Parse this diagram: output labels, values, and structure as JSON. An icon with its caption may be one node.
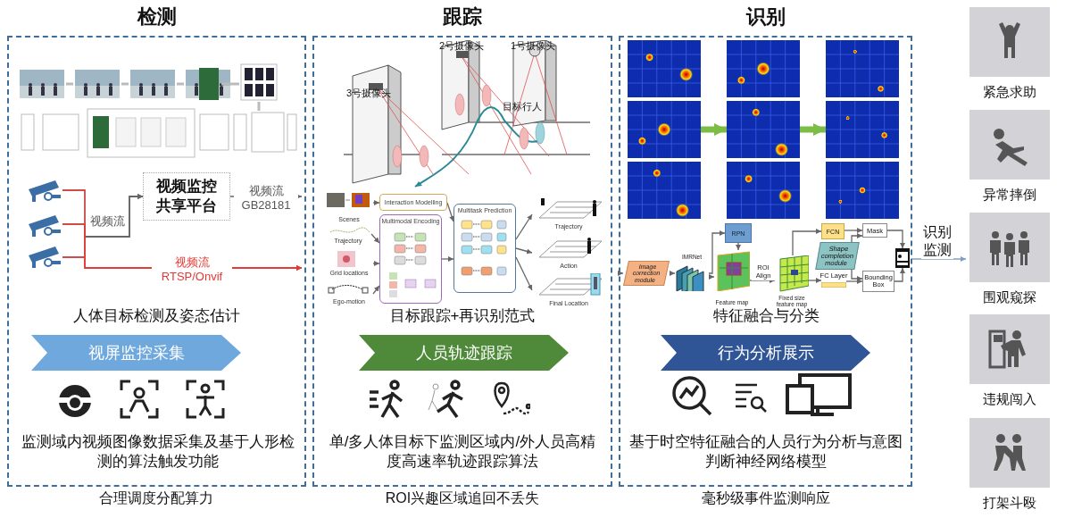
{
  "diagram": {
    "nodes": [
      {
        "text": [
          "检测"
        ]
      },
      {
        "text": [],
        "shape": "picture",
        "in": 0
      },
      {
        "text": [],
        "shape": "picture",
        "in": 0
      },
      {
        "text": [],
        "shape": "picture",
        "in": 0
      },
      {
        "text": [],
        "shape": "picture",
        "in": 0
      },
      {
        "text": [
          "视频监控共享平台"
        ],
        "in": 0
      },
      {
        "text": [
          "视屏监控采集"
        ],
        "in": 0
      },
      {
        "text": [
          "跟踪"
        ]
      },
      {
        "text": [
          "Scenes"
        ],
        "in": 7
      },
      {
        "text": [
          "Trajectory"
        ],
        "in": 7
      },
      {
        "text": [
          "Grid locations"
        ],
        "in": 7
      },
      {
        "text": [
          "Ego-motion"
        ],
        "in": 7
      },
      {
        "text": [
          "Interaction Modelling"
        ],
        "in": 7
      },
      {
        "text": [
          "Multimodal Encoding"
        ],
        "in": 7
      },
      {
        "text": [
          "Multitask Prediction"
        ],
        "in": 7
      },
      {
        "text": [
          "Trajectory"
        ],
        "in": 7
      },
      {
        "text": [
          "Action"
        ],
        "in": 7
      },
      {
        "text": [
          "Final Location"
        ],
        "in": 7
      },
      {
        "text": [
          "人员轨迹跟踪"
        ],
        "in": 7
      },
      {
        "text": [
          "识别"
        ]
      },
      {
        "text": [],
        "shape": "picture",
        "in": 19
      },
      {
        "text": [],
        "shape": "picture",
        "in": 19
      },
      {
        "text": [],
        "shape": "picture",
        "in": 19
      },
      {
        "text": [
          "Image correction module"
        ],
        "in": 19
      },
      {
        "text": [],
        "shape": "picture",
        "beside": [
          "IMRNet"
        ],
        "in": 19
      },
      {
        "text": [
          "RPN"
        ],
        "in": 19
      },
      {
        "text": [],
        "shape": "picture",
        "beside": [
          "Feature map"
        ],
        "in": 19
      },
      {
        "text": [],
        "shape": "picture",
        "beside": [
          "Fixed size feature map"
        ],
        "in": 19
      },
      {
        "text": [
          "FCN"
        ],
        "in": 19
      },
      {
        "text": [
          "Shape completion module"
        ],
        "in": 19
      },
      {
        "text": [
          "Mask"
        ],
        "in": 19
      },
      {
        "text": [
          "FC Layer"
        ],
        "in": 19
      },
      {
        "text": [
          "Bounding Box"
        ],
        "in": 19
      },
      {
        "text": [],
        "shape": "picture",
        "in": 19
      },
      {
        "text": [
          "行为分析展示"
        ],
        "in": 19
      },
      {
        "text": [],
        "shape": "picture",
        "beside": [
          "紧急求助"
        ]
      },
      {
        "text": [],
        "shape": "picture",
        "beside": [
          "异常摔倒"
        ]
      },
      {
        "text": [],
        "shape": "picture",
        "beside": [
          "围观窥探"
        ]
      },
      {
        "text": [],
        "shape": "picture",
        "beside": [
          "违规闯入"
        ]
      },
      {
        "text": [],
        "shape": "picture",
        "beside": [
          "打架斗殴"
        ]
      }
    ],
    "edges": [
      {
        "from": 2,
        "to": 5,
        "arrow": "to"
      },
      {
        "from": 3,
        "to": 5,
        "arrow": "to",
        "label": "视频流"
      },
      {
        "from": 4,
        "to": 5,
        "arrow": "to"
      },
      {
        "from": 5,
        "to": null,
        "arrow": "to",
        "label": "视频流 GB28181"
      },
      {
        "from": 2,
        "to": null,
        "arrow": "to",
        "color": "#e53935"
      },
      {
        "from": 3,
        "to": null,
        "arrow": "to",
        "color": "#e53935"
      },
      {
        "from": 4,
        "to": null,
        "arrow": "to",
        "color": "#e53935",
        "label": "视频流 RTSP/Onvif"
      },
      {
        "from": 8,
        "to": 12,
        "arrow": "to"
      },
      {
        "from": 9,
        "to": 13,
        "arrow": "to"
      },
      {
        "from": 10,
        "to": 13,
        "arrow": "to"
      },
      {
        "from": 11,
        "to": 13,
        "arrow": "to"
      },
      {
        "from": 12,
        "to": 14,
        "arrow": "to"
      },
      {
        "from": 13,
        "to": 14,
        "arrow": "to"
      },
      {
        "from": 14,
        "to": 15,
        "arrow": "to"
      },
      {
        "from": 14,
        "to": 16,
        "arrow": "to"
      },
      {
        "from": 14,
        "to": 17,
        "arrow": "to"
      },
      {
        "from": 20,
        "to": 21,
        "arrow": "to",
        "style": "thick",
        "color": "#7cbd45"
      },
      {
        "from": 21,
        "to": 22,
        "arrow": "to",
        "style": "thick",
        "color": "#7cbd45"
      },
      {
        "from": null,
        "to": 23,
        "arrow": "to"
      },
      {
        "from": 23,
        "to": 24,
        "arrow": "to"
      },
      {
        "from": 24,
        "to": 25,
        "arrow": "to"
      },
      {
        "from": 24,
        "to": 26,
        "arrow": "to"
      },
      {
        "from": 25,
        "to": 26,
        "arrow": "to"
      },
      {
        "from": 26,
        "to": 27,
        "arrow": "to",
        "label": "ROI Align"
      },
      {
        "from": 27,
        "to": 28,
        "arrow": "to"
      },
      {
        "from": 27,
        "to": 31,
        "arrow": "to"
      },
      {
        "from": 28,
        "to": 30,
        "arrow": "to"
      },
      {
        "from": 31,
        "to": 32,
        "arrow": "to"
      },
      {
        "from": 29,
        "to": 30,
        "arrow": "to"
      },
      {
        "from": 29,
        "to": 32,
        "arrow": "to"
      },
      {
        "from": 30,
        "to": 33,
        "arrow": "to"
      },
      {
        "from": 32,
        "to": 33,
        "arrow": "to"
      },
      {
        "from": 19,
        "to": 37,
        "arrow": "to",
        "color": "#7f9fc0",
        "label": "识别监测"
      }
    ],
    "labels": [
      "人体目标检测及姿态估计",
      "监测域内视频图像数据采集及基于人形检测的算法触发功能",
      "合理调度分配算力",
      "2号摄像头",
      "1号摄像头",
      "3号摄像头",
      "目标行人",
      "目标跟踪+再识别范式",
      "单/多人体目标下监测区域内/外人员高精度高速率轨迹跟踪算法",
      "ROI兴趣区域追回不丢失",
      "特征融合与分类",
      "基于时空特征融合的人员行为分析与意图判断神经网络模型",
      "毫秒级事件监测响应"
    ]
  }
}
